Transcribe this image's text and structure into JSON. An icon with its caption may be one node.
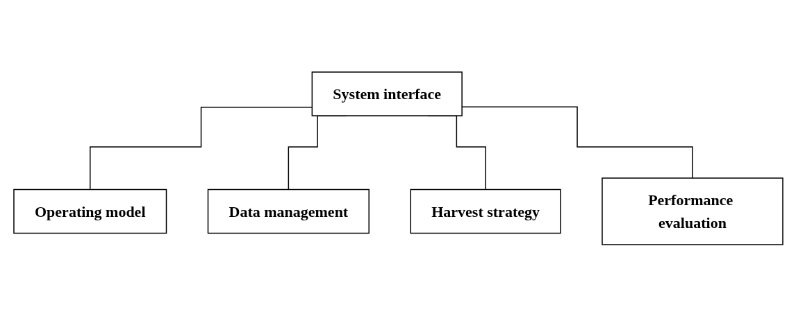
{
  "diagram": {
    "nodes": [
      {
        "text": [
          "System interface"
        ]
      },
      {
        "text": [
          "Operating model"
        ]
      },
      {
        "text": [
          "Data management"
        ]
      },
      {
        "text": [
          "Harvest strategy"
        ]
      },
      {
        "text": [
          "Performance evaluation"
        ]
      }
    ],
    "edges": [
      {
        "from": 0,
        "to": 1,
        "arrow": "none"
      },
      {
        "from": 0,
        "to": 2,
        "arrow": "none"
      },
      {
        "from": 0,
        "to": 3,
        "arrow": "none"
      },
      {
        "from": 0,
        "to": 4,
        "arrow": "none"
      }
    ]
  }
}
